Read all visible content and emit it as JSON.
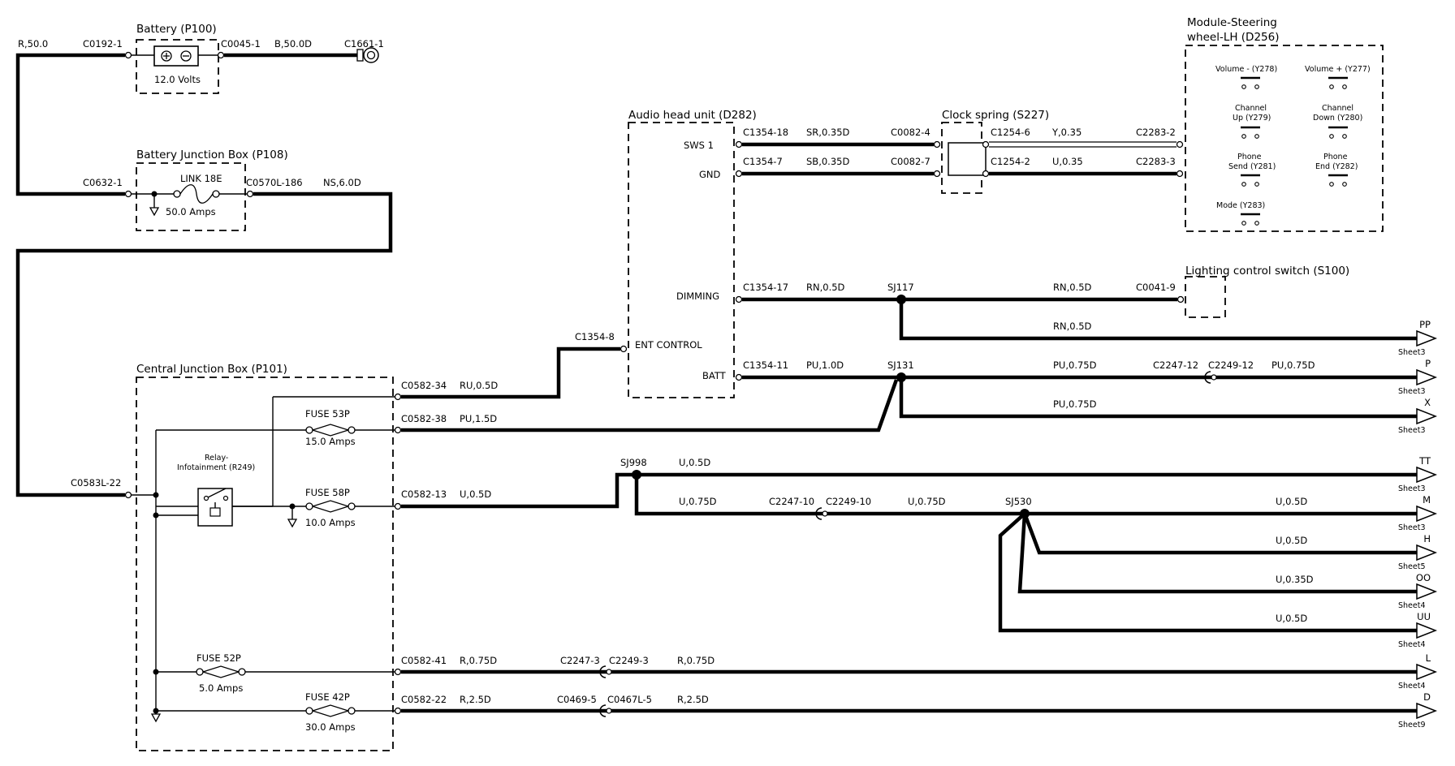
{
  "components": {
    "battery": {
      "title": "Battery (P100)",
      "voltage": "12.0 Volts"
    },
    "bjb": {
      "title": "Battery Junction Box (P108)",
      "link": "LINK 18E",
      "rating": "50.0 Amps"
    },
    "cjb": {
      "title": "Central Junction Box (P101)"
    },
    "relay": {
      "line1": "Relay-",
      "line2": "Infotainment (R249)"
    },
    "fuse53": {
      "name": "FUSE 53P",
      "rating": "15.0 Amps"
    },
    "fuse58": {
      "name": "FUSE 58P",
      "rating": "10.0 Amps"
    },
    "fuse52": {
      "name": "FUSE 52P",
      "rating": "5.0 Amps"
    },
    "fuse42": {
      "name": "FUSE 42P",
      "rating": "30.0 Amps"
    },
    "audio": {
      "title": "Audio head unit (D282)",
      "pins": {
        "sws1": "SWS 1",
        "gnd": "GND",
        "dimming": "DIMMING",
        "ent": "ENT CONTROL",
        "batt": "BATT"
      }
    },
    "clock": {
      "title": "Clock spring (S227)"
    },
    "steering": {
      "title_line1": "Module-Steering",
      "title_line2": "wheel-LH (D256)",
      "switches": {
        "volume_minus": "Volume - (Y278)",
        "volume_plus": "Volume + (Y277)",
        "channel_up_1": "Channel",
        "channel_up_2": "Up (Y279)",
        "channel_down_1": "Channel",
        "channel_down_2": "Down (Y280)",
        "phone_send_1": "Phone",
        "phone_send_2": "Send (Y281)",
        "phone_end_1": "Phone",
        "phone_end_2": "End (Y282)",
        "mode": "Mode (Y283)"
      }
    },
    "lighting": {
      "title": "Lighting control switch (S100)"
    }
  },
  "connectors": {
    "c0192": "C0192-1",
    "c0045": "C0045-1",
    "c1661": "C1661-1",
    "c0632": "C0632-1",
    "c0570": "C0570L-186",
    "c0583": "C0583L-22",
    "c1354_8": "C1354-8",
    "c1354_18": "C1354-18",
    "c1354_7": "C1354-7",
    "c1354_17": "C1354-17",
    "c1354_11": "C1354-11",
    "c0082_4": "C0082-4",
    "c0082_7": "C0082-7",
    "c1254_6": "C1254-6",
    "c1254_2": "C1254-2",
    "c2283_2": "C2283-2",
    "c2283_3": "C2283-3",
    "c0041": "C0041-9",
    "c0582_34": "C0582-34",
    "c0582_38": "C0582-38",
    "c0582_13": "C0582-13",
    "c0582_41": "C0582-41",
    "c0582_22": "C0582-22",
    "c2247_12": "C2247-12",
    "c2249_12": "C2249-12",
    "c2247_10": "C2247-10",
    "c2249_10": "C2249-10",
    "c2247_3": "C2247-3",
    "c2249_3": "C2249-3",
    "c0469": "C0469-5",
    "c0467": "C0467L-5"
  },
  "splices": {
    "sj117": "SJ117",
    "sj131": "SJ131",
    "sj998": "SJ998",
    "sj530": "SJ530"
  },
  "wires": {
    "r50": "R,50.0",
    "b50": "B,50.0D",
    "ns6": "NS,6.0D",
    "ru05": "RU,0.5D",
    "pu15": "PU,1.5D",
    "u05a": "U,0.5D",
    "r075": "R,0.75D",
    "r075b": "R,0.75D",
    "r25": "R,2.5D",
    "r25b": "R,2.5D",
    "sr035": "SR,0.35D",
    "sb035": "SB,0.35D",
    "y035": "Y,0.35",
    "u035": "U,0.35",
    "rn05a": "RN,0.5D",
    "rn05b": "RN,0.5D",
    "rn05c": "RN,0.5D",
    "pu10": "PU,1.0D",
    "pu075a": "PU,0.75D",
    "pu075b": "PU,0.75D",
    "pu075c": "PU,0.75D",
    "u05tt": "U,0.5D",
    "u075a": "U,0.75D",
    "u075b": "U,0.75D",
    "u05m": "U,0.5D",
    "u05h": "U,0.5D",
    "u035oo": "U,0.35D",
    "u05uu": "U,0.5D"
  },
  "offsheet": [
    {
      "code": "PP",
      "sheet": "Sheet3"
    },
    {
      "code": "P",
      "sheet": "Sheet3"
    },
    {
      "code": "X",
      "sheet": "Sheet3"
    },
    {
      "code": "TT",
      "sheet": "Sheet3"
    },
    {
      "code": "M",
      "sheet": "Sheet3"
    },
    {
      "code": "H",
      "sheet": "Sheet5"
    },
    {
      "code": "OO",
      "sheet": "Sheet4"
    },
    {
      "code": "UU",
      "sheet": "Sheet4"
    },
    {
      "code": "L",
      "sheet": "Sheet4"
    },
    {
      "code": "D",
      "sheet": "Sheet9"
    }
  ]
}
